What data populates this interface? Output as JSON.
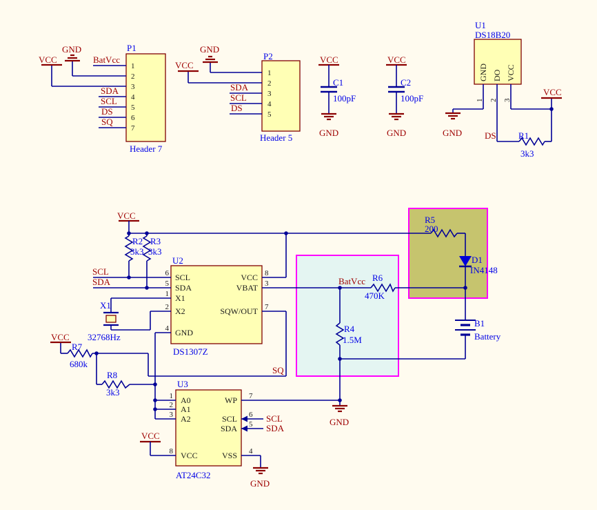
{
  "nets": {
    "vcc": "VCC",
    "gnd": "GND",
    "scl": "SCL",
    "sda": "SDA",
    "ds": "DS",
    "sq": "SQ",
    "batvcc": "BatVcc"
  },
  "p1": {
    "ref": "P1",
    "value": "Header 7",
    "pins": [
      "1",
      "2",
      "3",
      "4",
      "5",
      "6",
      "7"
    ]
  },
  "p2": {
    "ref": "P2",
    "value": "Header 5",
    "pins": [
      "1",
      "2",
      "3",
      "4",
      "5"
    ]
  },
  "c1": {
    "ref": "C1",
    "value": "100pF"
  },
  "c2": {
    "ref": "C2",
    "value": "100pF"
  },
  "u1": {
    "ref": "U1",
    "value": "DS18B20",
    "pin_names": [
      "GND",
      "DO",
      "VCC"
    ],
    "pin_numbers": [
      "1",
      "2",
      "3"
    ]
  },
  "u2": {
    "ref": "U2",
    "value": "DS1307Z",
    "left_pins": [
      {
        "num": "6",
        "name": "SCL"
      },
      {
        "num": "5",
        "name": "SDA"
      },
      {
        "num": "1",
        "name": "X1"
      },
      {
        "num": "2",
        "name": "X2"
      },
      {
        "num": "4",
        "name": "GND"
      }
    ],
    "right_pins": [
      {
        "num": "8",
        "name": "VCC"
      },
      {
        "num": "3",
        "name": "VBAT"
      },
      {
        "num": "7",
        "name": "SQW/OUT"
      }
    ]
  },
  "u3": {
    "ref": "U3",
    "value": "AT24C32",
    "left_pins": [
      {
        "num": "1",
        "name": "A0"
      },
      {
        "num": "2",
        "name": "A1"
      },
      {
        "num": "3",
        "name": "A2"
      },
      {
        "num": "8",
        "name": "VCC"
      }
    ],
    "right_pins": [
      {
        "num": "7",
        "name": "WP"
      },
      {
        "num": "6",
        "name": "SCL"
      },
      {
        "num": "5",
        "name": "SDA"
      },
      {
        "num": "4",
        "name": "VSS"
      }
    ]
  },
  "r1": {
    "ref": "R1",
    "value": "3k3"
  },
  "r2": {
    "ref": "R2",
    "value": "3k3"
  },
  "r3": {
    "ref": "R3",
    "value": "3k3"
  },
  "r4": {
    "ref": "R4",
    "value": "1.5M"
  },
  "r5": {
    "ref": "R5",
    "value": "200"
  },
  "r6": {
    "ref": "R6",
    "value": "470K"
  },
  "r7": {
    "ref": "R7",
    "value": "680k"
  },
  "r8": {
    "ref": "R8",
    "value": "3k3"
  },
  "x1": {
    "ref": "X1",
    "value": "32768Hz"
  },
  "d1": {
    "ref": "D1",
    "value": "IN4148"
  },
  "b1": {
    "ref": "B1",
    "value": "Battery"
  },
  "colors": {
    "wire": "#000096",
    "net_label": "#9E0000",
    "designator": "#0000E6",
    "highlight": "#FF00FF"
  }
}
